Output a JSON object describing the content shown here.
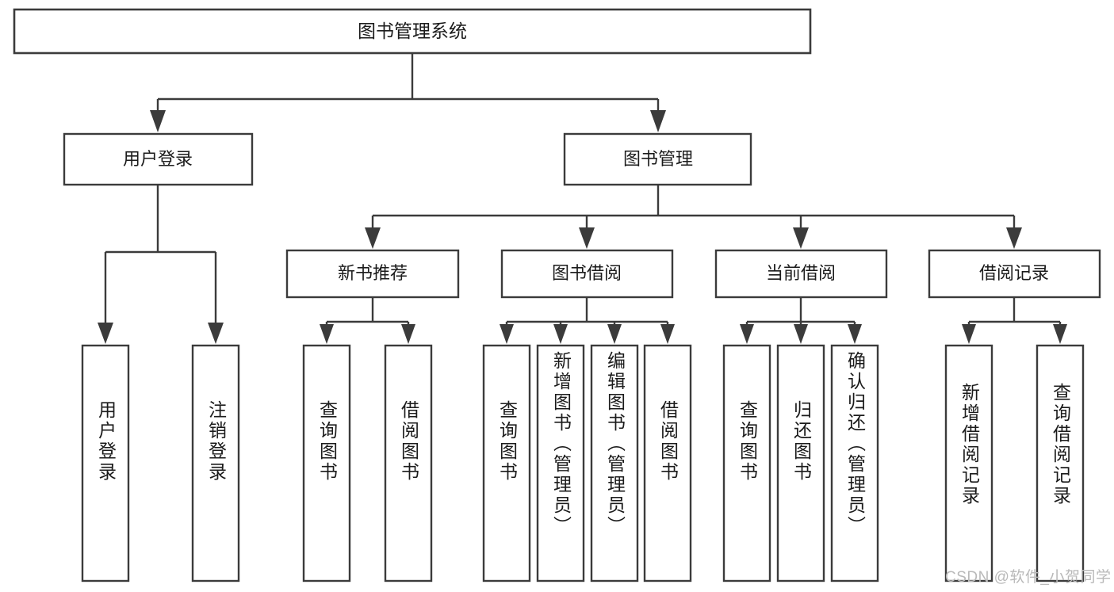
{
  "diagram": {
    "title": "图书管理系统",
    "type": "tree-hierarchy-diagram",
    "colors": {
      "stroke": "#3b3b3b",
      "fill": "#ffffff",
      "text": "#1b1b1b",
      "watermark": "#b9b9b9",
      "background": "#ffffff"
    },
    "root": {
      "label": "图书管理系统"
    },
    "level1": [
      {
        "label": "用户登录"
      },
      {
        "label": "图书管理"
      }
    ],
    "level2": [
      {
        "label": "新书推荐"
      },
      {
        "label": "图书借阅"
      },
      {
        "label": "当前借阅"
      },
      {
        "label": "借阅记录"
      }
    ],
    "leaves": {
      "user_login": [
        {
          "label": "用户登录"
        },
        {
          "label": "注销登录"
        }
      ],
      "new_book_recommend": [
        {
          "label": "查询图书"
        },
        {
          "label": "借阅图书"
        }
      ],
      "book_borrow": [
        {
          "label": "查询图书"
        },
        {
          "label": "新增图书（管理员）"
        },
        {
          "label": "编辑图书（管理员）"
        },
        {
          "label": "借阅图书"
        }
      ],
      "current_borrow": [
        {
          "label": "查询图书"
        },
        {
          "label": "归还图书"
        },
        {
          "label": "确认归还（管理员）"
        }
      ],
      "borrow_record": [
        {
          "label": "新增借阅记录"
        },
        {
          "label": "查询借阅记录"
        }
      ]
    },
    "watermark": "CSDN @软件_小贺同学"
  }
}
